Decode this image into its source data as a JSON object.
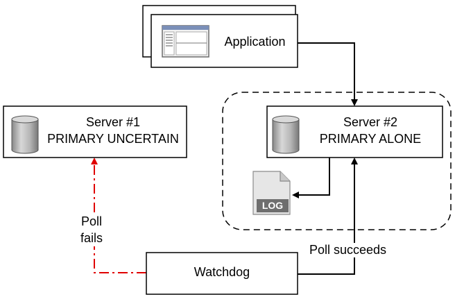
{
  "application": {
    "label": "Application"
  },
  "server1": {
    "name": "Server #1",
    "status": "PRIMARY UNCERTAIN"
  },
  "server2": {
    "name": "Server #2",
    "status": "PRIMARY ALONE"
  },
  "log": {
    "label": "LOG"
  },
  "watchdog": {
    "label": "Watchdog"
  },
  "poll_fail": {
    "line1": "Poll",
    "line2": "fails",
    "color": "#e00000"
  },
  "poll_success": {
    "label": "Poll succeeds"
  }
}
